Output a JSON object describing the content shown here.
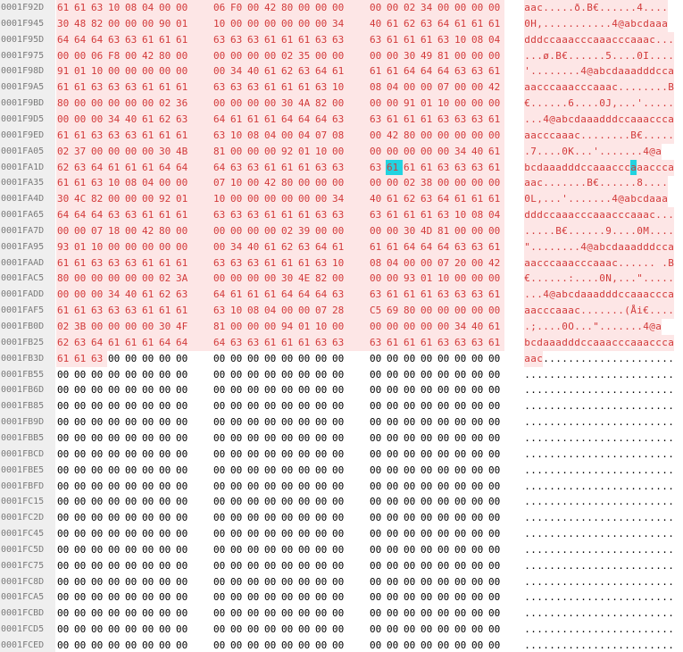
{
  "rows": [
    {
      "offset": "0001F92D",
      "bytes": "61 61 63 10 08 04 00 00 06 F0 00 42 80 00 00 00 00 00 02 34 00 00 00 00",
      "ascii": "aac.....ð.B€......4....",
      "mod": 24
    },
    {
      "offset": "0001F945",
      "bytes": "30 48 82 00 00 00 90 01 10 00 00 00 00 00 00 34 40 61 62 63 64 61 61 61",
      "ascii": "0H,...........4@abcdaaa",
      "mod": 24
    },
    {
      "offset": "0001F95D",
      "bytes": "64 64 64 63 63 61 61 61 63 63 63 61 61 61 63 63 63 61 61 61 63 10 08 04",
      "ascii": "dddccaaacccaaacccaaac...",
      "mod": 24
    },
    {
      "offset": "0001F975",
      "bytes": "00 00 06 F8 00 42 80 00 00 00 00 00 02 35 00 00 00 00 30 49 81 00 00 00",
      "ascii": "...ø.B€......5....0I....",
      "mod": 24
    },
    {
      "offset": "0001F98D",
      "bytes": "91 01 10 00 00 00 00 00 00 34 40 61 62 63 64 61 61 61 64 64 64 63 63 61",
      "ascii": "'........4@abcdaaadddcca",
      "mod": 24
    },
    {
      "offset": "0001F9A5",
      "bytes": "61 61 63 63 63 61 61 61 63 63 63 61 61 61 63 10 08 04 00 00 07 00 00 42",
      "ascii": "aacccaaacccaaac........B",
      "mod": 24
    },
    {
      "offset": "0001F9BD",
      "bytes": "80 00 00 00 00 00 02 36 00 00 00 00 30 4A 82 00 00 00 91 01 10 00 00 00",
      "ascii": "€......6....0J,...'.....",
      "mod": 24
    },
    {
      "offset": "0001F9D5",
      "bytes": "00 00 00 34 40 61 62 63 64 61 61 61 64 64 64 63 63 61 61 61 63 63 63 61",
      "ascii": "...4@abcdaaadddccaaaccca",
      "mod": 24
    },
    {
      "offset": "0001F9ED",
      "bytes": "61 61 63 63 63 61 61 61 63 10 08 04 00 04 07 08 00 42 80 00 00 00 00 00",
      "ascii": "aacccaaac........B€.....",
      "mod": 24
    },
    {
      "offset": "0001FA05",
      "bytes": "02 37 00 00 00 00 30 4B 81 00 00 00 92 01 10 00 00 00 00 00 00 34 40 61",
      "ascii": ".7....0K...'.......4@a",
      "mod": 24
    },
    {
      "offset": "0001FA1D",
      "bytes": "62 63 64 61 61 61 64 64 64 63 63 61 61 61 63 63 63 61 61 61 63 63 63 61",
      "ascii": "bcdaaadddccaaacccaaaccca",
      "mod": 24,
      "sel": 17
    },
    {
      "offset": "0001FA35",
      "bytes": "61 61 63 10 08 04 00 00 07 10 00 42 80 00 00 00 00 00 02 38 00 00 00 00",
      "ascii": "aac.......B€......8....",
      "mod": 24
    },
    {
      "offset": "0001FA4D",
      "bytes": "30 4C 82 00 00 00 92 01 10 00 00 00 00 00 00 34 40 61 62 63 64 61 61 61",
      "ascii": "0L,...'.......4@abcdaaa",
      "mod": 24
    },
    {
      "offset": "0001FA65",
      "bytes": "64 64 64 63 63 61 61 61 63 63 63 61 61 61 63 63 63 61 61 61 63 10 08 04",
      "ascii": "dddccaaacccaaacccaaac...",
      "mod": 24
    },
    {
      "offset": "0001FA7D",
      "bytes": "00 00 07 18 00 42 80 00 00 00 00 00 02 39 00 00 00 00 30 4D 81 00 00 00",
      "ascii": ".....B€......9....0M....",
      "mod": 24
    },
    {
      "offset": "0001FA95",
      "bytes": "93 01 10 00 00 00 00 00 00 34 40 61 62 63 64 61 61 61 64 64 64 63 63 61",
      "ascii": "\"........4@abcdaaadddcca",
      "mod": 24
    },
    {
      "offset": "0001FAAD",
      "bytes": "61 61 63 63 63 61 61 61 63 63 63 61 61 61 63 10 08 04 00 00 07 20 00 42",
      "ascii": "aacccaaacccaaac...... .B",
      "mod": 24
    },
    {
      "offset": "0001FAC5",
      "bytes": "80 00 00 00 00 00 02 3A 00 00 00 00 30 4E 82 00 00 00 93 01 10 00 00 00",
      "ascii": "€......:....0N,...\".....",
      "mod": 24
    },
    {
      "offset": "0001FADD",
      "bytes": "00 00 00 34 40 61 62 63 64 61 61 61 64 64 64 63 63 61 61 61 63 63 63 61",
      "ascii": "...4@abcdaaadddccaaaccca",
      "mod": 24
    },
    {
      "offset": "0001FAF5",
      "bytes": "61 61 63 63 63 61 61 61 63 10 08 04 00 00 07 28 C5 69 80 00 00 00 00 00",
      "ascii": "aacccaaac.......(Åi€.....",
      "mod": 24
    },
    {
      "offset": "0001FB0D",
      "bytes": "02 3B 00 00 00 00 30 4F 81 00 00 00 94 01 10 00 00 00 00 00 00 34 40 61",
      "ascii": ".;....0O...\".......4@a",
      "mod": 24
    },
    {
      "offset": "0001FB25",
      "bytes": "62 63 64 61 61 61 64 64 64 63 63 61 61 61 63 63 63 61 61 61 63 63 63 61",
      "ascii": "bcdaaadddccaaacccaaaccca",
      "mod": 24
    },
    {
      "offset": "0001FB3D",
      "bytes": "61 61 63 00 00 00 00 00 00 00 00 00 00 00 00 00 00 00 00 00 00 00 00 00",
      "ascii": "aac.....................",
      "mod": 3
    },
    {
      "offset": "0001FB55",
      "bytes": "00 00 00 00 00 00 00 00 00 00 00 00 00 00 00 00 00 00 00 00 00 00 00 00",
      "ascii": "........................",
      "mod": 0
    },
    {
      "offset": "0001FB6D",
      "bytes": "00 00 00 00 00 00 00 00 00 00 00 00 00 00 00 00 00 00 00 00 00 00 00 00",
      "ascii": "........................",
      "mod": 0
    },
    {
      "offset": "0001FB85",
      "bytes": "00 00 00 00 00 00 00 00 00 00 00 00 00 00 00 00 00 00 00 00 00 00 00 00",
      "ascii": "........................",
      "mod": 0
    },
    {
      "offset": "0001FB9D",
      "bytes": "00 00 00 00 00 00 00 00 00 00 00 00 00 00 00 00 00 00 00 00 00 00 00 00",
      "ascii": "........................",
      "mod": 0
    },
    {
      "offset": "0001FBB5",
      "bytes": "00 00 00 00 00 00 00 00 00 00 00 00 00 00 00 00 00 00 00 00 00 00 00 00",
      "ascii": "........................",
      "mod": 0
    },
    {
      "offset": "0001FBCD",
      "bytes": "00 00 00 00 00 00 00 00 00 00 00 00 00 00 00 00 00 00 00 00 00 00 00 00",
      "ascii": "........................",
      "mod": 0
    },
    {
      "offset": "0001FBE5",
      "bytes": "00 00 00 00 00 00 00 00 00 00 00 00 00 00 00 00 00 00 00 00 00 00 00 00",
      "ascii": "........................",
      "mod": 0
    },
    {
      "offset": "0001FBFD",
      "bytes": "00 00 00 00 00 00 00 00 00 00 00 00 00 00 00 00 00 00 00 00 00 00 00 00",
      "ascii": "........................",
      "mod": 0
    },
    {
      "offset": "0001FC15",
      "bytes": "00 00 00 00 00 00 00 00 00 00 00 00 00 00 00 00 00 00 00 00 00 00 00 00",
      "ascii": "........................",
      "mod": 0
    },
    {
      "offset": "0001FC2D",
      "bytes": "00 00 00 00 00 00 00 00 00 00 00 00 00 00 00 00 00 00 00 00 00 00 00 00",
      "ascii": "........................",
      "mod": 0
    },
    {
      "offset": "0001FC45",
      "bytes": "00 00 00 00 00 00 00 00 00 00 00 00 00 00 00 00 00 00 00 00 00 00 00 00",
      "ascii": "........................",
      "mod": 0
    },
    {
      "offset": "0001FC5D",
      "bytes": "00 00 00 00 00 00 00 00 00 00 00 00 00 00 00 00 00 00 00 00 00 00 00 00",
      "ascii": "........................",
      "mod": 0
    },
    {
      "offset": "0001FC75",
      "bytes": "00 00 00 00 00 00 00 00 00 00 00 00 00 00 00 00 00 00 00 00 00 00 00 00",
      "ascii": "........................",
      "mod": 0
    },
    {
      "offset": "0001FC8D",
      "bytes": "00 00 00 00 00 00 00 00 00 00 00 00 00 00 00 00 00 00 00 00 00 00 00 00",
      "ascii": "........................",
      "mod": 0
    },
    {
      "offset": "0001FCA5",
      "bytes": "00 00 00 00 00 00 00 00 00 00 00 00 00 00 00 00 00 00 00 00 00 00 00 00",
      "ascii": "........................",
      "mod": 0
    },
    {
      "offset": "0001FCBD",
      "bytes": "00 00 00 00 00 00 00 00 00 00 00 00 00 00 00 00 00 00 00 00 00 00 00 00",
      "ascii": "........................",
      "mod": 0
    },
    {
      "offset": "0001FCD5",
      "bytes": "00 00 00 00 00 00 00 00 00 00 00 00 00 00 00 00 00 00 00 00 00 00 00 00",
      "ascii": "........................",
      "mod": 0
    },
    {
      "offset": "0001FCED",
      "bytes": "00 00 00 00 00 00 00 00 00 00 00 00 00 00 00 00 00 00 00 00 00 00 00 00",
      "ascii": "........................",
      "mod": 0
    }
  ],
  "colors": {
    "modified_bg": "#fde6e6",
    "modified_text": "#d23a3a",
    "selection_bg": "#22d3e0",
    "offset_bg": "#efefef",
    "offset_text": "#7a7a7a"
  }
}
